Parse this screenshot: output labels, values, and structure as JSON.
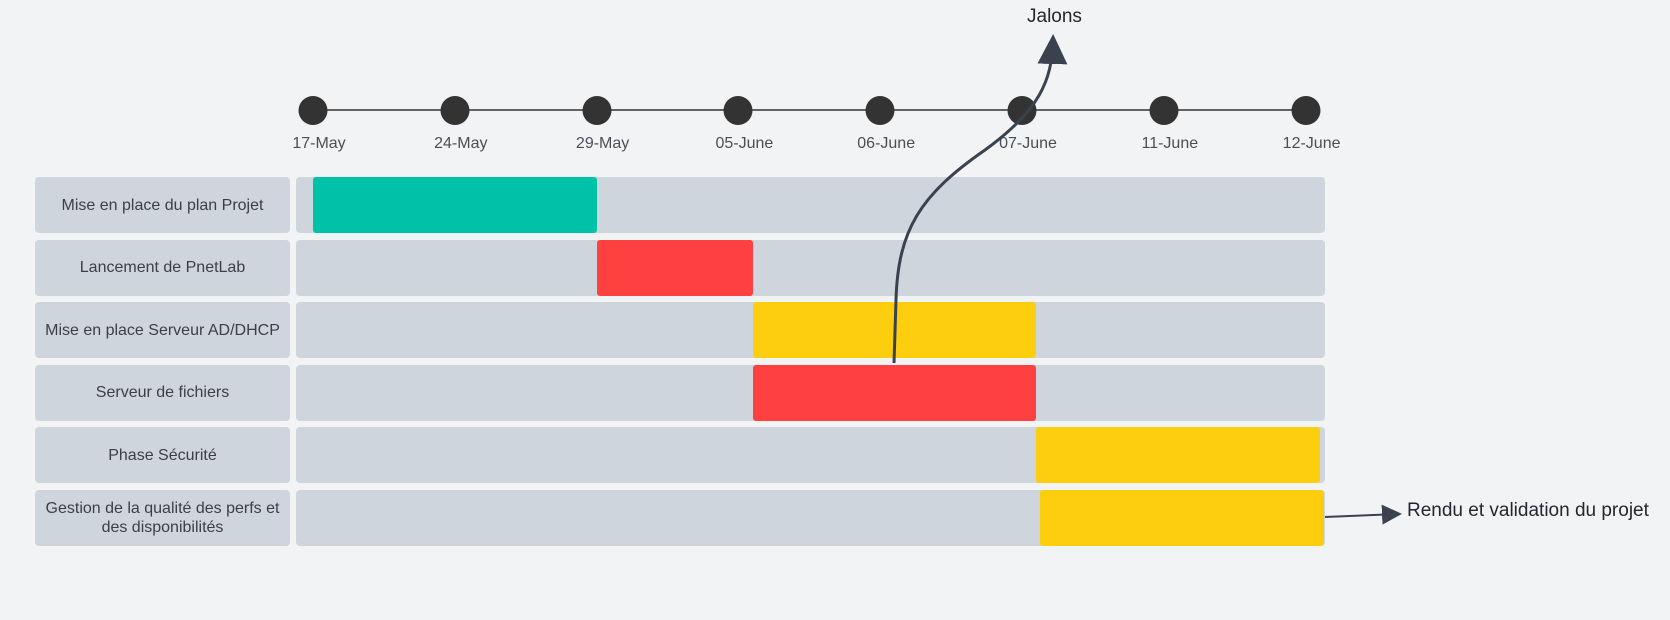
{
  "milestones_title": "Jalons",
  "milestones": [
    "17-May",
    "24-May",
    "29-May",
    "05-June",
    "06-June",
    "07-June",
    "11-June",
    "12-June"
  ],
  "tasks": [
    {
      "label": "Mise en place du plan Projet",
      "start_index": 0,
      "end_index": 2,
      "color": "#00c2a8"
    },
    {
      "label": "Lancement de PnetLab",
      "start_index": 2,
      "end_index": 3.1,
      "color": "#ff4040"
    },
    {
      "label": "Mise en place Serveur AD/DHCP",
      "start_index": 3.1,
      "end_index": 5.1,
      "color": "#fcce0e"
    },
    {
      "label": "Serveur de fichiers",
      "start_index": 3.1,
      "end_index": 5.1,
      "color": "#ff4040"
    },
    {
      "label": "Phase Sécurité",
      "start_index": 5.1,
      "end_index": 7.1,
      "color": "#fcce0e"
    },
    {
      "label": "Gestion de la qualité des perfs et des disponibilités",
      "start_index": 5.13,
      "end_index": 7.13,
      "color": "#fcce0e"
    }
  ],
  "end_callout": "Rendu et validation du projet",
  "colors": {
    "background": "#f1f3f5",
    "track": "#cfd5dc",
    "dot": "#333333",
    "line": "#3a4250"
  }
}
